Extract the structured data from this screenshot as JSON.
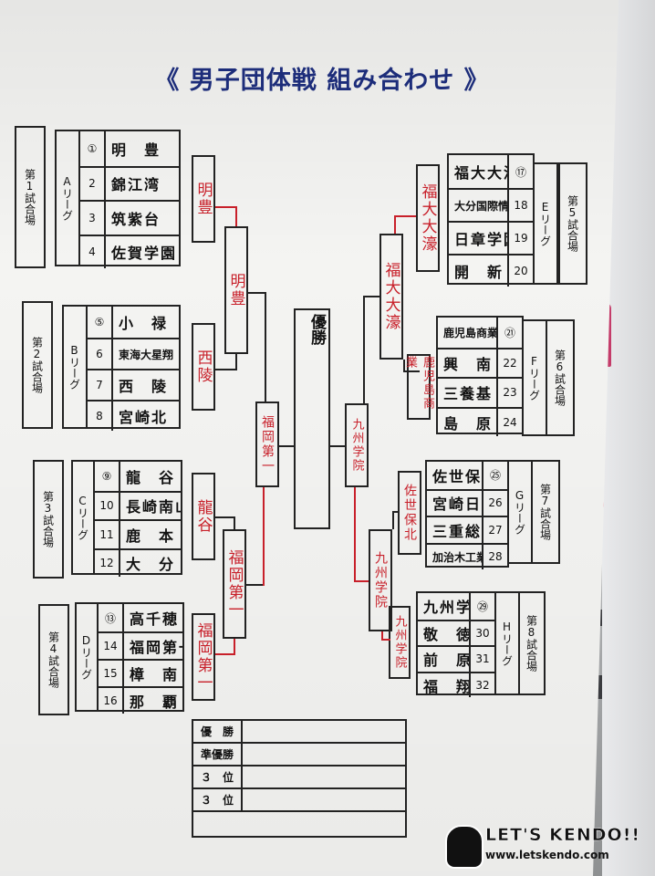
{
  "header": {
    "title": "《 男子団体戦 組み合わせ 》"
  },
  "left_groups": [
    {
      "venue": "第1試合場",
      "league": "Aリーグ",
      "teams": [
        {
          "num": "①",
          "name": "明　豊"
        },
        {
          "num": "2",
          "name": "錦江湾"
        },
        {
          "num": "3",
          "name": "筑紫台"
        },
        {
          "num": "4",
          "name": "佐賀学園"
        }
      ]
    },
    {
      "venue": "第2試合場",
      "league": "Bリーグ",
      "teams": [
        {
          "num": "⑤",
          "name": "小　禄"
        },
        {
          "num": "6",
          "name": "東海大星翔"
        },
        {
          "num": "7",
          "name": "西　陵"
        },
        {
          "num": "8",
          "name": "宮崎北"
        }
      ]
    },
    {
      "venue": "第3試合場",
      "league": "Cリーグ",
      "teams": [
        {
          "num": "⑨",
          "name": "龍　谷"
        },
        {
          "num": "10",
          "name": "長崎南山"
        },
        {
          "num": "11",
          "name": "鹿　本"
        },
        {
          "num": "12",
          "name": "大　分"
        }
      ]
    },
    {
      "venue": "第4試合場",
      "league": "Dリーグ",
      "teams": [
        {
          "num": "⑬",
          "name": "高千穂"
        },
        {
          "num": "14",
          "name": "福岡第一"
        },
        {
          "num": "15",
          "name": "樟　南"
        },
        {
          "num": "16",
          "name": "那　覇"
        }
      ]
    }
  ],
  "right_groups": [
    {
      "venue": "第5試合場",
      "league": "Eリーグ",
      "teams": [
        {
          "num": "⑰",
          "name": "福大大濠"
        },
        {
          "num": "18",
          "name": "大分国際情報"
        },
        {
          "num": "19",
          "name": "日章学園"
        },
        {
          "num": "20",
          "name": "開　新"
        }
      ]
    },
    {
      "venue": "第6試合場",
      "league": "Fリーグ",
      "teams": [
        {
          "num": "㉑",
          "name": "鹿児島商業"
        },
        {
          "num": "22",
          "name": "興　南"
        },
        {
          "num": "23",
          "name": "三養基"
        },
        {
          "num": "24",
          "name": "島　原"
        }
      ]
    },
    {
      "venue": "第7試合場",
      "league": "Gリーグ",
      "teams": [
        {
          "num": "㉕",
          "name": "佐世保北"
        },
        {
          "num": "26",
          "name": "宮崎日大"
        },
        {
          "num": "27",
          "name": "三重総合"
        },
        {
          "num": "28",
          "name": "加治木工業"
        }
      ]
    },
    {
      "venue": "第8試合場",
      "league": "Hリーグ",
      "teams": [
        {
          "num": "㉙",
          "name": "九州学院"
        },
        {
          "num": "30",
          "name": "敬　徳"
        },
        {
          "num": "31",
          "name": "前　原"
        },
        {
          "num": "32",
          "name": "福　翔"
        }
      ]
    }
  ],
  "winners": {
    "league_a": "明豊",
    "league_b": "西陵",
    "league_c": "龍谷",
    "league_d": "福岡第一",
    "league_e": "福大大濠",
    "league_f": "鹿児島商業",
    "league_g": "佐世保北",
    "league_h": "九州学院",
    "semi_ab": "明豊",
    "semi_cd": "福岡第一",
    "semi_ef": "福大大濠",
    "semi_gh": "九州学院",
    "final_left": "福岡第一",
    "final_right": "九州学院"
  },
  "champion_label": "優勝",
  "results_table": [
    {
      "label": "優　勝",
      "value": ""
    },
    {
      "label": "準優勝",
      "value": ""
    },
    {
      "label": "３　位",
      "value": ""
    },
    {
      "label": "３　位",
      "value": ""
    }
  ],
  "logo": {
    "brand": "LET'S KENDO!!",
    "url": "www.letskendo.com"
  }
}
